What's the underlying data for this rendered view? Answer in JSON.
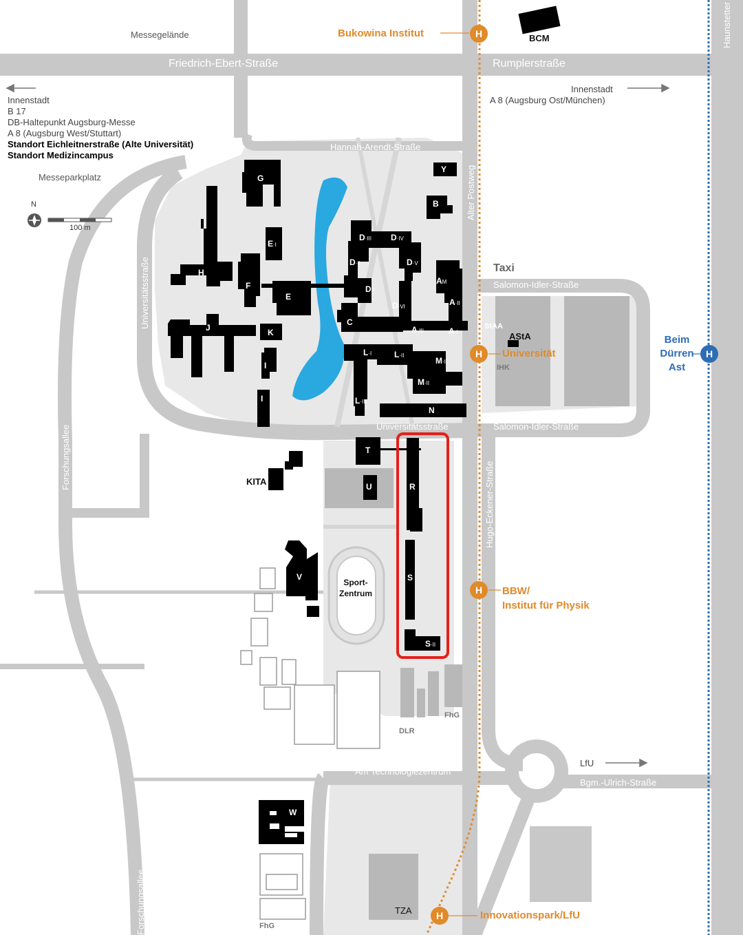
{
  "areas": {
    "messegelaende": "Messegelände",
    "messeparkplatz": "Messeparkplatz",
    "sport_zentrum_1": "Sport-",
    "sport_zentrum_2": "Zentrum",
    "kita": "KITA",
    "bcm": "BCM",
    "asta": "AStA",
    "taxi": "Taxi",
    "ihk": "IHK",
    "staa": "StAA",
    "dlr": "DLR",
    "fhg_1": "FhG",
    "fhg_2": "FhG",
    "tza": "TZA"
  },
  "streets": {
    "friedrich_ebert": "Friedrich-Ebert-Straße",
    "rumpler": "Rumplerstraße",
    "hannah_arendt": "Hannah-Arendt-Straße",
    "alter_postweg": "Alter Postweg",
    "salomon_idler_1": "Salomon-Idler-Straße",
    "salomon_idler_2": "Salomon-Idler-Straße",
    "universitaetsstrasse_h": "Universitätsstraße",
    "universitaetsstrasse_v": "Universitätsstraße",
    "forschungsallee_1": "Forschungsallee",
    "forschungsallee_2": "Forschungsallee",
    "hugo_eckener": "Hugo-Eckener-Straße",
    "am_technologiezentrum": "Am Technologiezentrum",
    "bgm_ulrich": "Bgm.-Ulrich-Straße",
    "haunstetter": "Haunstetter"
  },
  "directions": {
    "left": [
      "Innenstadt",
      "B 17",
      "DB-Haltepunkt Augsburg-Messe",
      "A 8 (Augsburg West/Stuttart)"
    ],
    "left_bold": [
      "Standort Eichleitnerstraße (Alte Universität)",
      "Standort Medizincampus"
    ],
    "right": [
      "Innenstadt",
      "A 8 (Augsburg Ost/München)"
    ],
    "lfu": "LfU"
  },
  "compass": {
    "north": "N",
    "scale": "100 m"
  },
  "stops": {
    "bukowina": "Bukowina Institut",
    "universitaet": "Universität",
    "bbw_1": "BBW/",
    "bbw_2": "Institut für Physik",
    "innovationspark": "Innovationspark/LfU",
    "beim_1": "Beim",
    "beim_2": "Dürren",
    "beim_3": "Ast",
    "marker": "H"
  },
  "buildings": {
    "G": "G",
    "H": "H",
    "J": "J",
    "E": "E",
    "E_I": "E",
    "F": "F",
    "K": "K",
    "I1": "I",
    "I2": "I",
    "Y": "Y",
    "B": "B",
    "D_III": "D",
    "D_IV": "D",
    "D_II": "D",
    "D_V": "D",
    "D_I": "D",
    "D_VI": "D",
    "C": "C",
    "A_III": "A",
    "A_I": "A",
    "A_II": "A",
    "A_M": "A",
    "L_I": "L",
    "L_II": "L",
    "L_III": "L",
    "M_I": "M",
    "M_II": "M",
    "N": "N",
    "T": "T",
    "U": "U",
    "R": "R",
    "S": "S",
    "S_II": "S",
    "V": "V",
    "W": "W"
  },
  "subscripts": {
    "I": "·I",
    "II": "·II",
    "III": "·III",
    "IV": "·IV",
    "V": "·V",
    "VI": "·VI",
    "M": "M"
  },
  "colors": {
    "road": "#c8c8c8",
    "area": "#e6e6e6",
    "building": "#000000",
    "water": "#2aa8e0",
    "bus": "#e08a2a",
    "tram": "#2e6db4",
    "highlight": "#e3201b"
  }
}
